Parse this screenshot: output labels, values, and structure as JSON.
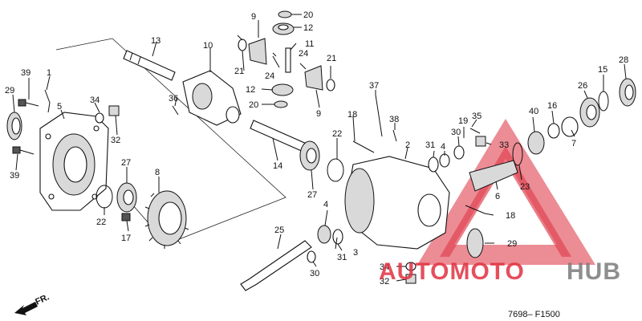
{
  "callouts": {
    "c1": "1",
    "c2": "2",
    "c3": "3",
    "c4a": "4",
    "c4b": "4",
    "c5": "5",
    "c6": "6",
    "c7": "7",
    "c8": "8",
    "c9a": "9",
    "c9b": "9",
    "c10": "10",
    "c11": "11",
    "c12a": "12",
    "c12b": "12",
    "c13": "13",
    "c14": "14",
    "c15": "15",
    "c16": "16",
    "c17": "17",
    "c18a": "18",
    "c18b": "18",
    "c19": "19",
    "c20a": "20",
    "c20b": "20",
    "c21a": "21",
    "c21b": "21",
    "c22a": "22",
    "c22b": "22",
    "c23": "23",
    "c24a": "24",
    "c24b": "24",
    "c25": "25",
    "c26": "26",
    "c27a": "27",
    "c27b": "27",
    "c28": "28",
    "c29a": "29",
    "c29b": "29",
    "c30a": "30",
    "c30b": "30",
    "c31a": "31",
    "c31b": "31",
    "c32a": "32",
    "c32b": "32",
    "c33": "33",
    "c34a": "34",
    "c34b": "34",
    "c35": "35",
    "c36": "36",
    "c37": "37",
    "c38": "38",
    "c39a": "39",
    "c39b": "39",
    "c40": "40"
  },
  "front_marker": "FR.",
  "diagram_code": "7698– F1500",
  "watermark": {
    "text_red": "AUTOMOTO",
    "text_gray": "HUB",
    "colors": {
      "red": "#e03040",
      "gray": "#7a7a7a"
    }
  }
}
